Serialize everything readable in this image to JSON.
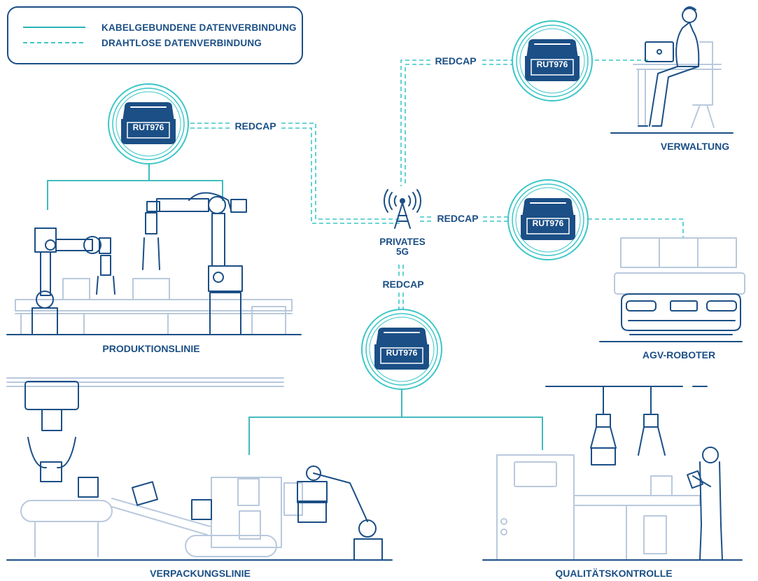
{
  "legend": {
    "wired": "KABELGEBUNDENE DATENVERBINDUNG",
    "wireless": "DRAHTLOSE DATENVERBINDUNG"
  },
  "colors": {
    "wired": "#2bb3b8",
    "wireless": "#3cc6c8",
    "navy": "#1b4f86",
    "light": "#b9c9dd"
  },
  "router_label": "RUT976",
  "link_label": "REDCAP",
  "tower": {
    "line1": "PRIVATES",
    "line2": "5G"
  },
  "areas": {
    "verwaltung": "VERWALTUNG",
    "produktion": "PRODUKTIONSLINIE",
    "agv": "AGV-ROBOTER",
    "verpackung": "VERPACKUNGSLINIE",
    "qualitaet": "QUALITÄTSKONTROLLE"
  }
}
